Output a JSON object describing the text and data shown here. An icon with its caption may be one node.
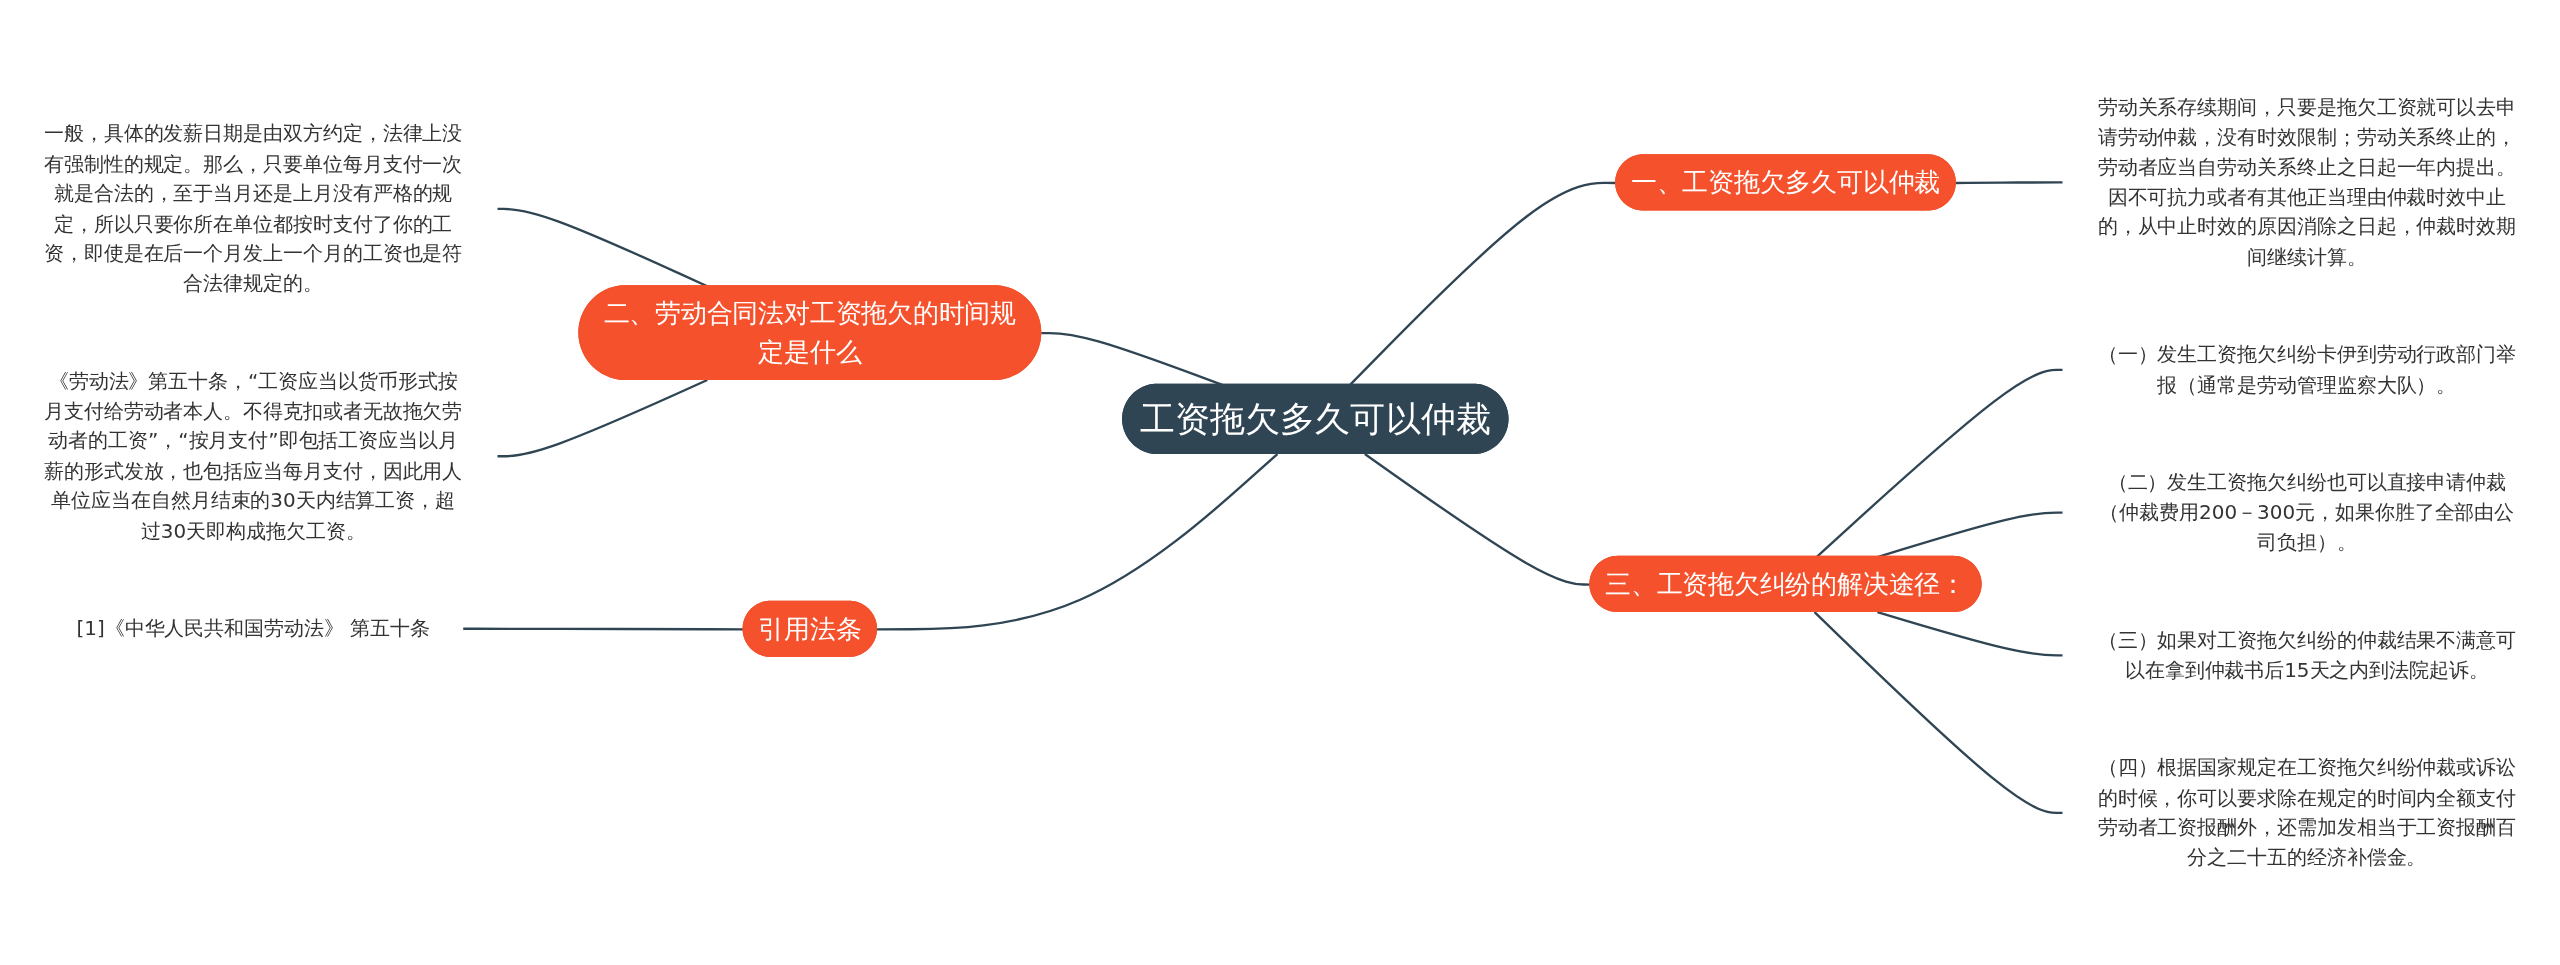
{
  "diagram": {
    "nodes": [
      {
        "text": [
          "工资拖欠多久可以仲裁"
        ]
      },
      {
        "text": [
          "一、工资拖欠多久可以仲裁"
        ]
      },
      {
        "text": [
          "劳动关系存续期间，只要是拖欠工资就可以去申请劳动仲裁，没有时效限制；劳动关系终止的，劳动者应当自劳动关系终止之日起一年内提出。因不可抗力或者有其他正当理由仲裁时效中止的，从中止时效的原因消除之日起，仲裁时效期间继续计算。"
        ]
      },
      {
        "text": [
          "二、劳动合同法对工资拖欠的时间规定是什么"
        ]
      },
      {
        "text": [
          "一般，具体的发薪日期是由双方约定，法律上没有强制性的规定。那么，只要单位每月支付一次就是合法的，至于当月还是上月没有严格的规定，所以只要你所在单位都按时支付了你的工资，即使是在后一个月发上一个月的工资也是符合法律规定的。"
        ]
      },
      {
        "text": [
          "《劳动法》第五十条，“工资应当以货币形式按月支付给劳动者本人。不得克扣或者无故拖欠劳动者的工资”，“按月支付”即包括工资应当以月薪的形式发放，也包括应当每月支付，因此用人单位应当在自然月结束的30天内结算工资，超过30天即构成拖欠工资。"
        ]
      },
      {
        "text": [
          "引用法条"
        ]
      },
      {
        "text": [
          "[1]《中华人民共和国劳动法》 第五十条"
        ]
      },
      {
        "text": [
          "三、工资拖欠纠纷的解决途径："
        ]
      },
      {
        "text": [
          "（一）发生工资拖欠纠纷卡伊到劳动行政部门举报（通常是劳动管理监察大队）。"
        ]
      },
      {
        "text": [
          "（二）发生工资拖欠纠纷也可以直接申请仲裁（仲裁费用200－300元，如果你胜了全部由公司负担）。"
        ]
      },
      {
        "text": [
          "（三）如果对工资拖欠纠纷的仲裁结果不满意可以在拿到仲裁书后15天之内到法院起诉。"
        ]
      },
      {
        "text": [
          "（四）根据国家规定在工资拖欠纠纷仲裁或诉讼的时候，你可以要求除在规定的时间内全额支付劳动者工资报酬外，还需加发相当于工资报酬百分之二十五的经济补偿金。"
        ]
      }
    ],
    "edges": [
      {
        "from": 0,
        "to": 1,
        "arrow": "none"
      },
      {
        "from": 1,
        "to": 2,
        "arrow": "none"
      },
      {
        "from": 3,
        "to": 0,
        "arrow": "none"
      },
      {
        "from": 4,
        "to": 3,
        "arrow": "none"
      },
      {
        "from": 5,
        "to": 3,
        "arrow": "none"
      },
      {
        "from": 6,
        "to": 0,
        "arrow": "none"
      },
      {
        "from": 7,
        "to": 6,
        "arrow": "none"
      },
      {
        "from": 0,
        "to": 8,
        "arrow": "none"
      },
      {
        "from": 8,
        "to": 9,
        "arrow": "none"
      },
      {
        "from": 8,
        "to": 10,
        "arrow": "none"
      },
      {
        "from": 8,
        "to": 11,
        "arrow": "none"
      },
      {
        "from": 8,
        "to": 12,
        "arrow": "none"
      }
    ]
  }
}
